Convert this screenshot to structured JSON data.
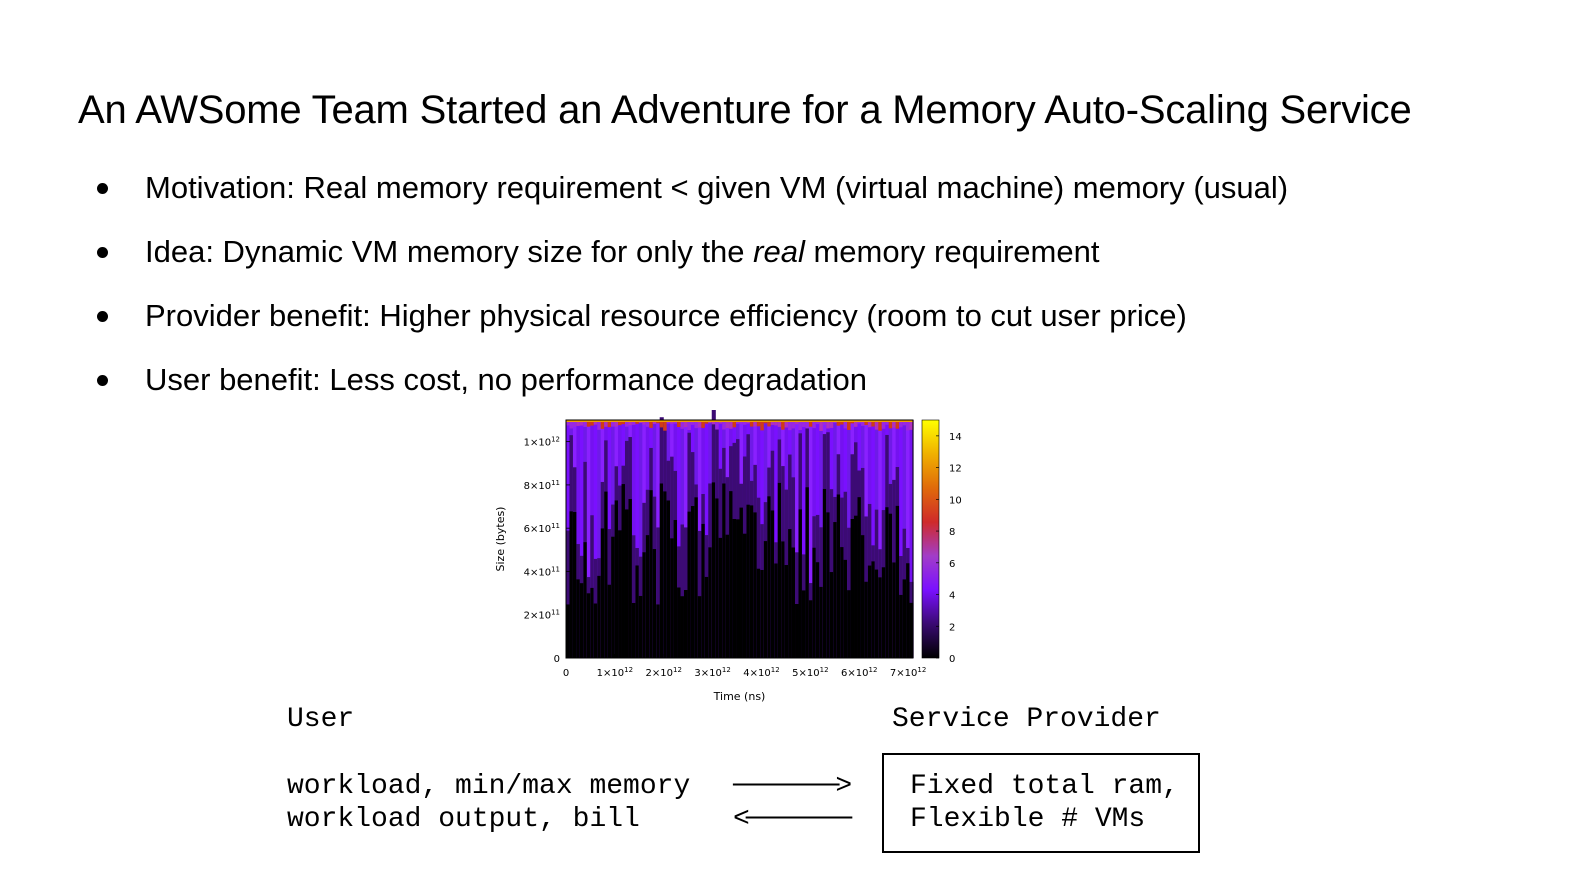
{
  "slide": {
    "title": "An AWSome Team Started an Adventure for a Memory Auto-Scaling Service",
    "bullets": [
      {
        "pre": "Motivation: Real memory requirement < given VM (virtual machine) memory (usual)",
        "em": "",
        "post": ""
      },
      {
        "pre": "Idea: Dynamic VM memory size for only the ",
        "em": "real",
        "post": " memory requirement"
      },
      {
        "pre": "Provider benefit: Higher physical resource efficiency (room to cut user price)",
        "em": "",
        "post": ""
      },
      {
        "pre": "User benefit: Less cost, no performance degradation",
        "em": "",
        "post": ""
      }
    ]
  },
  "diagram": {
    "user_label": "User",
    "provider_label": "Service Provider",
    "request_text": "workload, min/max memory",
    "response_text": "workload output, bill",
    "request_arrow": "────────>",
    "response_arrow": "<────────",
    "box_line1": "Fixed total ram,",
    "box_line2": "Flexible # VMs"
  },
  "chart_data": {
    "type": "heatmap",
    "title": "",
    "xlabel": "Time (ns)",
    "ylabel": "Size (bytes)",
    "x_ticks": [
      {
        "base": "0",
        "exp": ""
      },
      {
        "base": "1×10",
        "exp": "12"
      },
      {
        "base": "2×10",
        "exp": "12"
      },
      {
        "base": "3×10",
        "exp": "12"
      },
      {
        "base": "4×10",
        "exp": "12"
      },
      {
        "base": "5×10",
        "exp": "12"
      },
      {
        "base": "6×10",
        "exp": "12"
      },
      {
        "base": "7×10",
        "exp": "12"
      }
    ],
    "y_ticks": [
      {
        "base": "0",
        "exp": ""
      },
      {
        "base": "2×10",
        "exp": "11"
      },
      {
        "base": "4×10",
        "exp": "11"
      },
      {
        "base": "6×10",
        "exp": "11"
      },
      {
        "base": "8×10",
        "exp": "11"
      },
      {
        "base": "1×10",
        "exp": "12"
      }
    ],
    "x_tick_values": [
      0,
      1000000000000.0,
      2000000000000.0,
      3000000000000.0,
      4000000000000.0,
      5000000000000.0,
      6000000000000.0,
      7000000000000.0
    ],
    "y_tick_values": [
      0,
      200000000000.0,
      400000000000.0,
      600000000000.0,
      800000000000.0,
      1000000000000.0
    ],
    "xlim": [
      0,
      7100000000000.0
    ],
    "ylim": [
      0,
      1100000000000.0
    ],
    "colorbar": {
      "range": [
        0,
        15
      ],
      "ticks": [
        "0",
        "2",
        "4",
        "6",
        "8",
        "10",
        "12",
        "14"
      ],
      "tick_values": [
        0,
        2,
        4,
        6,
        8,
        10,
        12,
        14
      ],
      "colors": [
        "#000000",
        "#3a0a72",
        "#7a10ff",
        "#a23dc8",
        "#cf2a2a",
        "#e06a0a",
        "#f0b000",
        "#ffff00"
      ]
    },
    "columns": 100,
    "dark_fraction_range": [
      0.22,
      0.75
    ],
    "mid_fraction_range": [
      0.05,
      0.35
    ]
  }
}
